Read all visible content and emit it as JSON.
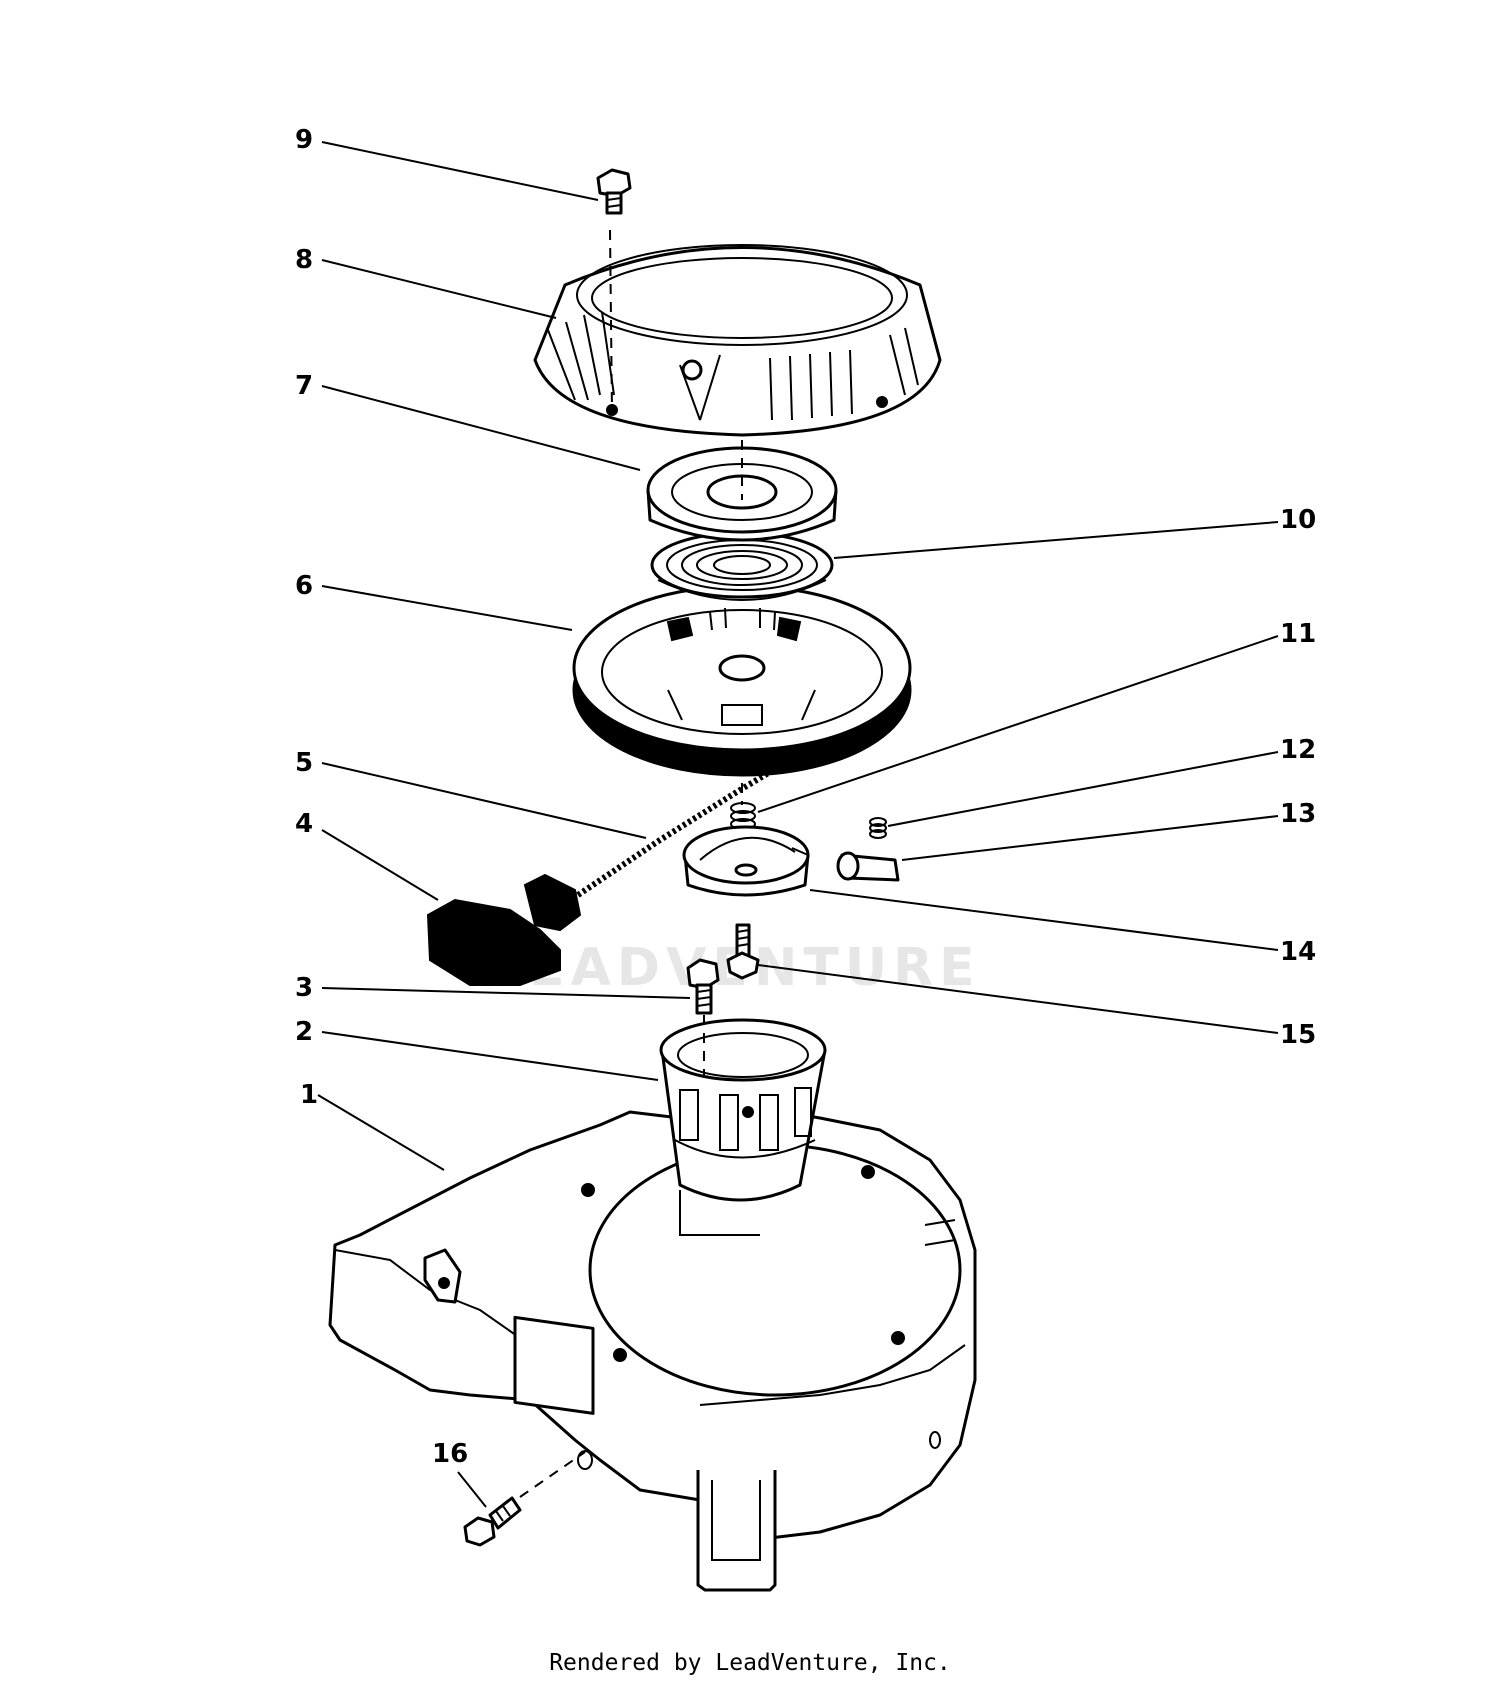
{
  "diagram": {
    "callouts": [
      "1",
      "2",
      "3",
      "4",
      "5",
      "6",
      "7",
      "8",
      "9",
      "10",
      "11",
      "12",
      "13",
      "14",
      "15",
      "16"
    ],
    "watermark": "LEADVENTURE"
  },
  "footer": {
    "text": "Rendered by LeadVenture, Inc."
  }
}
